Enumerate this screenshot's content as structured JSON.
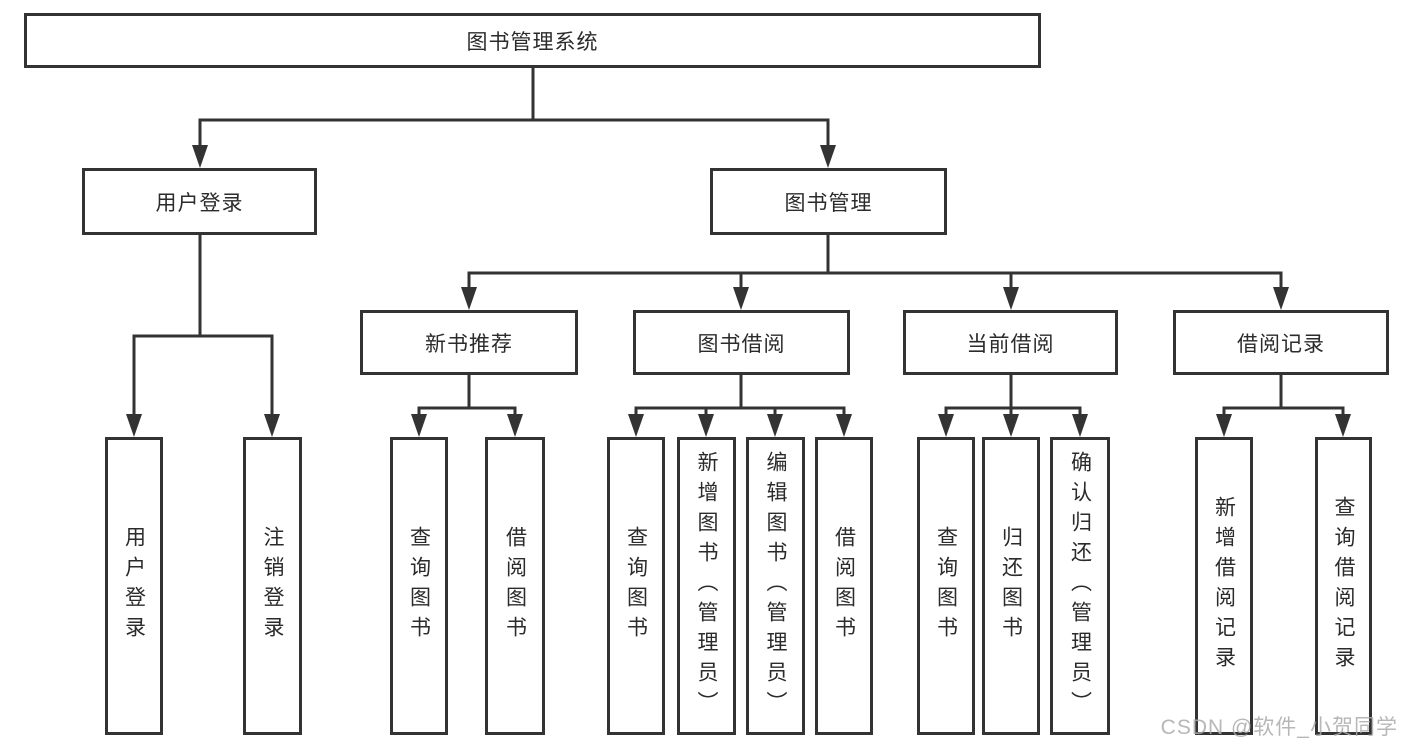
{
  "diagram": {
    "nodes": [
      {
        "id": "root",
        "label": "图书管理系统"
      },
      {
        "id": "user-login",
        "label": "用户登录"
      },
      {
        "id": "book-management",
        "label": "图书管理"
      },
      {
        "id": "new-book-recommend",
        "label": "新书推荐"
      },
      {
        "id": "book-borrowing",
        "label": "图书借阅"
      },
      {
        "id": "current-borrowing",
        "label": "当前借阅"
      },
      {
        "id": "borrowing-records",
        "label": "借阅记录"
      },
      {
        "id": "leaf-user-login",
        "label": "用户登录"
      },
      {
        "id": "leaf-logout",
        "label": "注销登录"
      },
      {
        "id": "leaf-query-books-recommend",
        "label": "查询图书"
      },
      {
        "id": "leaf-borrow-books-recommend",
        "label": "借阅图书"
      },
      {
        "id": "leaf-query-books-borrowing",
        "label": "查询图书"
      },
      {
        "id": "leaf-add-books-admin",
        "label": "新增图书（管理员）"
      },
      {
        "id": "leaf-edit-books-admin",
        "label": "编辑图书（管理员）"
      },
      {
        "id": "leaf-borrow-books-borrowing",
        "label": "借阅图书"
      },
      {
        "id": "leaf-query-books-current",
        "label": "查询图书"
      },
      {
        "id": "leaf-return-books",
        "label": "归还图书"
      },
      {
        "id": "leaf-confirm-return-admin",
        "label": "确认归还（管理员）"
      },
      {
        "id": "leaf-add-borrow-record",
        "label": "新增借阅记录"
      },
      {
        "id": "leaf-query-borrow-record",
        "label": "查询借阅记录"
      }
    ]
  },
  "watermark": {
    "text": "CSDN @软件_小贺同学"
  },
  "colors": {
    "line": "#333333",
    "border": "#333333",
    "text": "#2b2b2b",
    "background": "#ffffff",
    "watermark": "#ababab"
  }
}
